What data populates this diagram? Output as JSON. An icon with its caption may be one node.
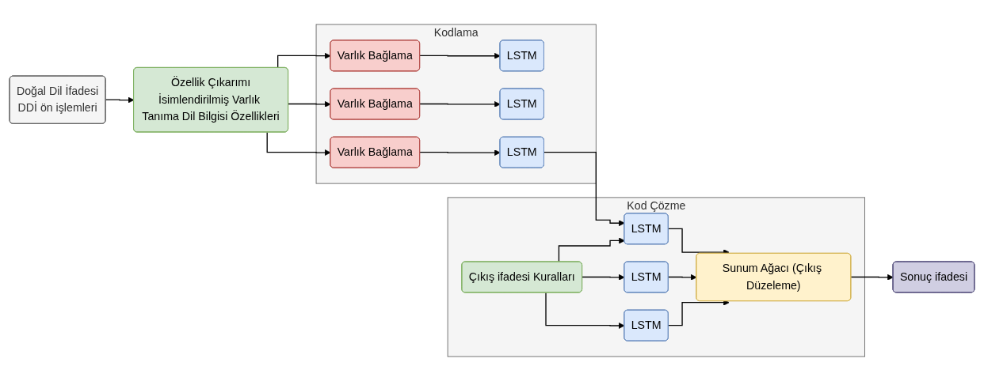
{
  "diagram": {
    "nodes": [
      {
        "text": [
          "Doğal Dil İfadesi",
          "DDİ ön işlemleri"
        ]
      },
      {
        "text": [
          "Özellik Çıkarımı",
          "İsimlendirilmiş Varlık Tanıma Dil Bilgisi Özellikleri"
        ]
      },
      {
        "text": [
          "Kodlama"
        ]
      },
      {
        "text": [
          "LSTM"
        ],
        "in": 2
      },
      {
        "text": [
          "LSTM"
        ],
        "in": 2
      },
      {
        "text": [
          "LSTM"
        ],
        "in": 2
      },
      {
        "text": [
          "Varlık Bağlama"
        ],
        "in": 2
      },
      {
        "text": [
          "Varlık Bağlama"
        ],
        "in": 2
      },
      {
        "text": [
          "Varlık Bağlama"
        ],
        "in": 2
      },
      {
        "text": [
          "Kod Çözme"
        ]
      },
      {
        "text": [
          "Çıkış ifadesi Kuralları"
        ],
        "in": 9
      },
      {
        "text": [
          "LSTM"
        ],
        "in": 9
      },
      {
        "text": [
          "LSTM"
        ],
        "in": 9
      },
      {
        "text": [
          "LSTM"
        ],
        "in": 9
      },
      {
        "text": [
          "Sunum Ağacı (Çıkış Düzeleme)"
        ],
        "in": 9
      },
      {
        "text": [
          "Sonuç ifadesi"
        ]
      }
    ],
    "edges": [
      {
        "from": 0,
        "to": 1,
        "arrow": "to"
      },
      {
        "from": 1,
        "to": 6,
        "arrow": "to"
      },
      {
        "from": 1,
        "to": 7,
        "arrow": "to"
      },
      {
        "from": 1,
        "to": 8,
        "arrow": "to"
      },
      {
        "from": 6,
        "to": 3,
        "arrow": "to"
      },
      {
        "from": 7,
        "to": 4,
        "arrow": "to"
      },
      {
        "from": 8,
        "to": 5,
        "arrow": "to"
      },
      {
        "from": 5,
        "to": 11,
        "arrow": "to"
      },
      {
        "from": 10,
        "to": 11,
        "arrow": "to"
      },
      {
        "from": 10,
        "to": 12,
        "arrow": "to"
      },
      {
        "from": 10,
        "to": 13,
        "arrow": "to"
      },
      {
        "from": 11,
        "to": 14,
        "arrow": "to"
      },
      {
        "from": 12,
        "to": 14,
        "arrow": "to"
      },
      {
        "from": 13,
        "to": 14,
        "arrow": "to"
      },
      {
        "from": 14,
        "to": 15,
        "arrow": "to"
      }
    ]
  }
}
